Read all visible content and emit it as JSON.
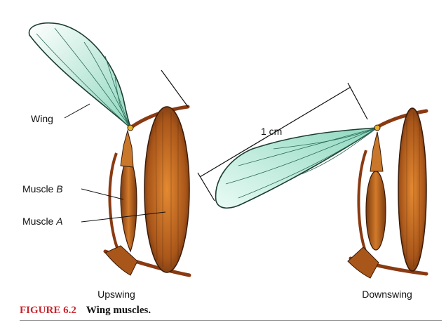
{
  "labels": {
    "wing": "Wing",
    "muscle_b_word": "Muscle",
    "muscle_b_letter": "B",
    "muscle_a_word": "Muscle",
    "muscle_a_letter": "A",
    "scale": "1 cm",
    "upswing": "Upswing",
    "downswing": "Downswing"
  },
  "caption": {
    "number": "FIGURE 6.2",
    "title": "Wing muscles."
  },
  "colors": {
    "wing_fill": "#8fd8c0",
    "vein": "#3a7d66",
    "muscle_fill": "#b5651d",
    "body_wall": "#8a3a12",
    "caption_red": "#c8252c"
  }
}
